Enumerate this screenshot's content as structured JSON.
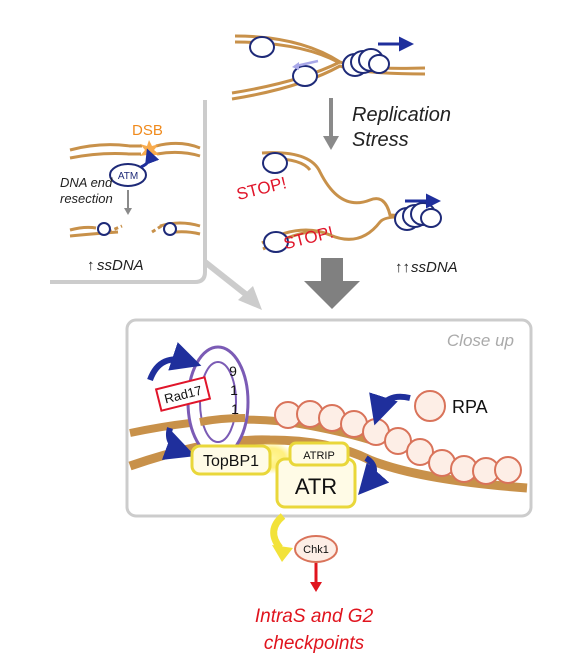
{
  "colors": {
    "dna": "#c8914a",
    "dna_dark": "#a86f2c",
    "protein_stroke": "#1e2a78",
    "arrow_blue": "#1f2f9c",
    "stop_red": "#e0152a",
    "rpa_fill": "#fdeee6",
    "rpa_stroke": "#d9735a",
    "yellow": "#f2e23a",
    "gray_arrow": "#8a8a8a",
    "box_border": "#cccccc",
    "ring": "#7b5bb5",
    "checkpoint_red": "#e0141e"
  },
  "dsb_panel": {
    "dsb": "DSB",
    "atm": "ATM",
    "resection_line1": "DNA end",
    "resection_line2": "resection",
    "ssdna": "ssDNA",
    "ssdna_arrows": "↑"
  },
  "replication_panel": {
    "stress_line1": "Replication",
    "stress_line2": "Stress",
    "stop1": "STOP!",
    "stop2": "STOP!",
    "ssdna": "ssDNA",
    "ssdna_arrows": "↑↑"
  },
  "closeup": {
    "title": "Close up",
    "rad17": "Rad17",
    "nine": "9",
    "one_a": "1",
    "one_b": "1",
    "rpa": "RPA",
    "topbp1": "TopBP1",
    "atrip": "ATRIP",
    "atr": "ATR"
  },
  "output": {
    "chk1": "Chk1",
    "checkpoint_line1": "IntraS and G2",
    "checkpoint_line2": "checkpoints"
  }
}
